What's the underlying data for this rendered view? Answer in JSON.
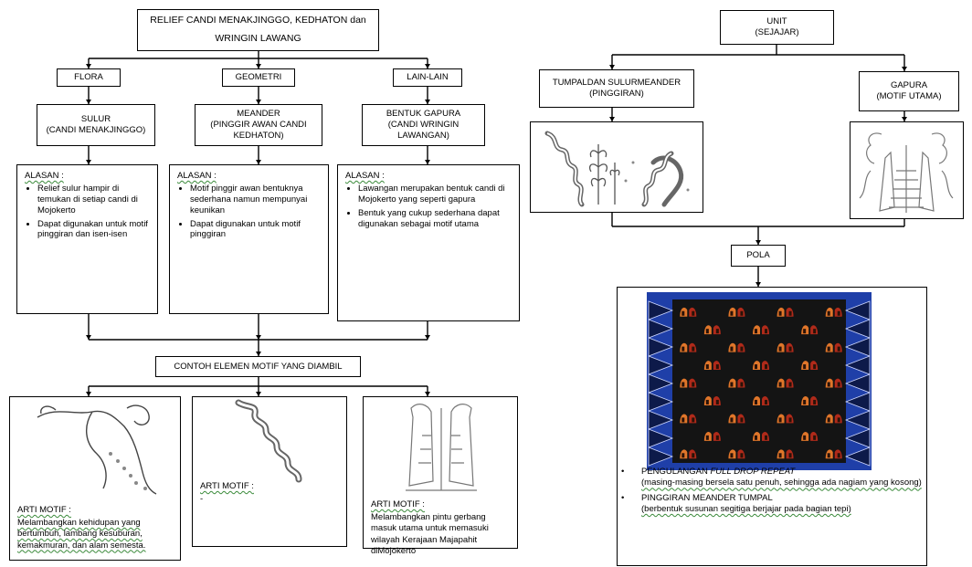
{
  "left": {
    "title_line1": "RELIEF CANDI MENAKJINGGO, KEDHATON dan",
    "title_line2": "WRINGIN LAWANG",
    "categories": [
      {
        "label": "FLORA",
        "source_line1": "SULUR",
        "source_line2": "(CANDI MENAKJINGGO)",
        "source_line3": ""
      },
      {
        "label": "GEOMETRI",
        "source_line1": "MEANDER",
        "source_line2": "(PINGGIR AWAN CANDI",
        "source_line3": "KEDHATON)"
      },
      {
        "label": "LAIN-LAIN",
        "source_line1": "BENTUK GAPURA",
        "source_line2": "(CANDI WRINGIN",
        "source_line3": "LAWANGAN)"
      }
    ],
    "reasons": [
      {
        "label": "ALASAN :",
        "items": [
          "Relief sulur hampir di temukan di setiap candi di Mojokerto",
          "Dapat digunakan untuk motif pinggiran dan isen-isen"
        ]
      },
      {
        "label": "ALASAN :",
        "items": [
          "Motif pinggir awan bentuknya sederhana namun mempunyai keunikan",
          "Dapat digunakan untuk motif pinggiran"
        ]
      },
      {
        "label": "ALASAN :",
        "items": [
          "Lawangan merupakan  bentuk candi di Mojokerto yang seperti gapura",
          "Bentuk yang cukup sederhana dapat digunakan sebagai motif utama"
        ]
      }
    ],
    "example_label": "CONTOH ELEMEN MOTIF YANG DIAMBIL",
    "meanings": [
      {
        "label": "ARTI MOTIF :",
        "text": "Melambangkan kehidupan yang bertumbuh, lambang kesuburan, kemakmuran, dan alam semesta."
      },
      {
        "label": "ARTI MOTIF :",
        "text": "-"
      },
      {
        "label": "ARTI MOTIF :",
        "text": "Melambangkan pintu gerbang masuk utama untuk memasuki wilayah Kerajaan Majapahit diMojokerto"
      }
    ]
  },
  "right": {
    "unit_line1": "UNIT",
    "unit_line2": "(SEJAJAR)",
    "tumpal_line1": "TUMPALDAN SULURMEANDER",
    "tumpal_line2": "(PINGGIRAN)",
    "gapura_line1": "GAPURA",
    "gapura_line2": "(MOTIF UTAMA)",
    "pola_label": "POLA",
    "notes": [
      {
        "main_pre": "PENGULANGAN ",
        "main_em": "FULL DROP REPEAT",
        "sub": "(masing-masing bersela satu penuh, sehingga ada nagiam yang kosong)"
      },
      {
        "main_pre": "PINGGIRAN MEANDER TUMPAL",
        "main_em": "",
        "sub": "(berbentuk susunan segitiga berjajar pada bagian tepi)"
      }
    ]
  },
  "colors": {
    "pattern_bg": "#141414",
    "pattern_border": "#1f3fa8",
    "motif_orange": "#e0762a",
    "motif_red": "#b02a1a",
    "line": "#000000"
  }
}
